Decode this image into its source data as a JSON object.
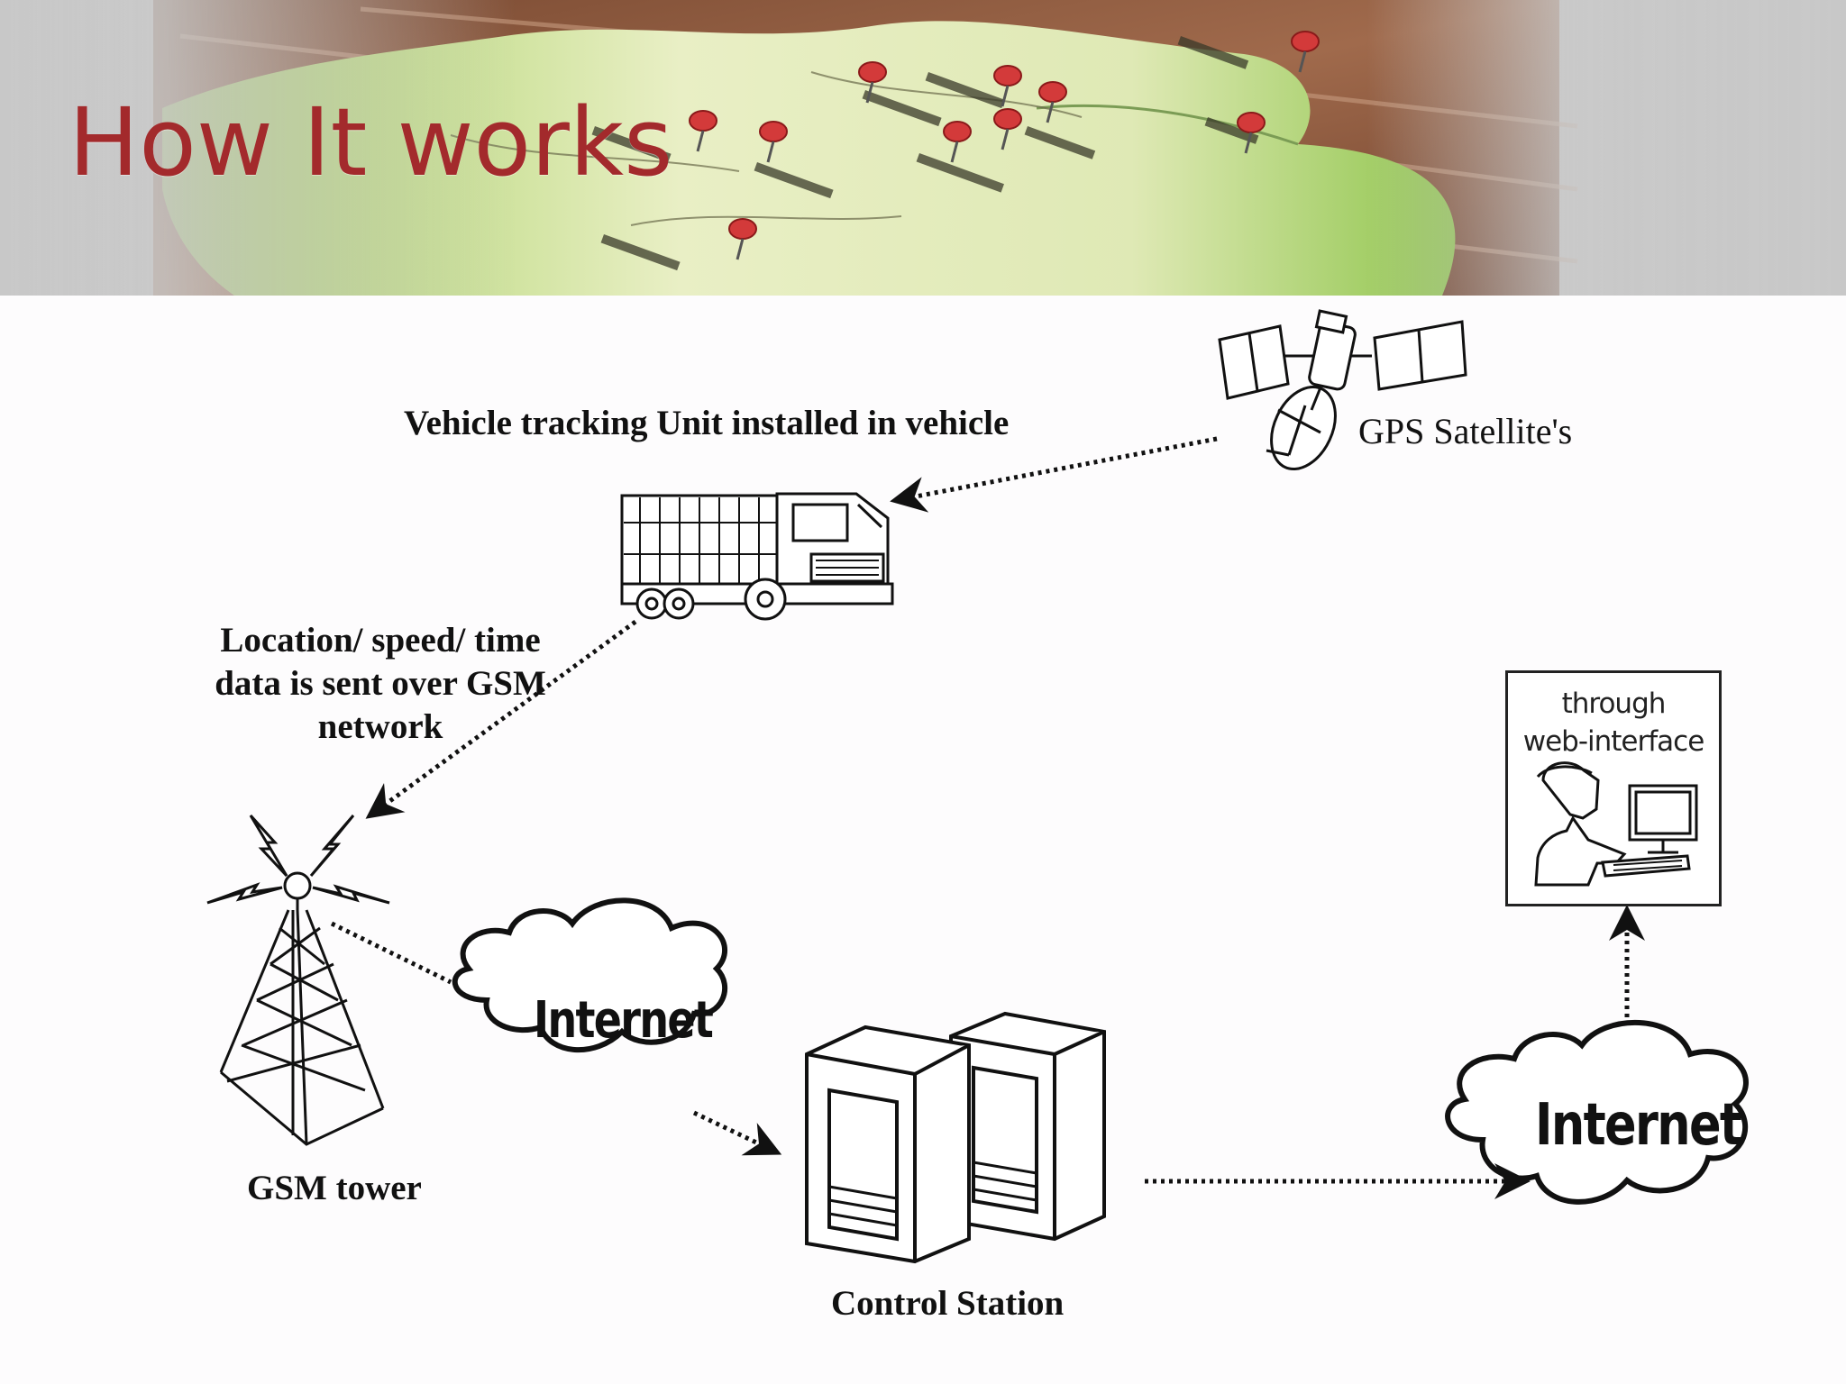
{
  "slide": {
    "title": "How It works"
  },
  "banner_map": {
    "pin_color": "#d33a3a",
    "land_color": "#c9e08a",
    "title_color": "#a32a2c"
  },
  "nodes": {
    "satellite": {
      "label": "GPS Satellite's",
      "icon": "satellite-icon"
    },
    "vehicle": {
      "label": "Vehicle tracking Unit installed in vehicle",
      "icon": "truck-icon"
    },
    "gsm_note": {
      "lines": [
        "Location/ speed/ time",
        "data is sent over GSM",
        "network"
      ]
    },
    "tower": {
      "label": "GSM tower",
      "icon": "cell-tower-icon"
    },
    "internet_1": {
      "label": "Internet",
      "icon": "cloud-icon"
    },
    "control_station": {
      "label": "Control Station",
      "icon": "server-icon"
    },
    "internet_2": {
      "label": "Internet",
      "icon": "cloud-icon"
    },
    "web_interface": {
      "lines": [
        "through",
        "web-interface"
      ],
      "icon": "user-at-computer-icon"
    }
  },
  "edges": [
    {
      "from": "satellite",
      "to": "vehicle"
    },
    {
      "from": "vehicle",
      "to": "tower"
    },
    {
      "from": "tower",
      "to": "internet_1"
    },
    {
      "from": "internet_1",
      "to": "control_station"
    },
    {
      "from": "control_station",
      "to": "internet_2"
    },
    {
      "from": "internet_2",
      "to": "web_interface"
    }
  ]
}
